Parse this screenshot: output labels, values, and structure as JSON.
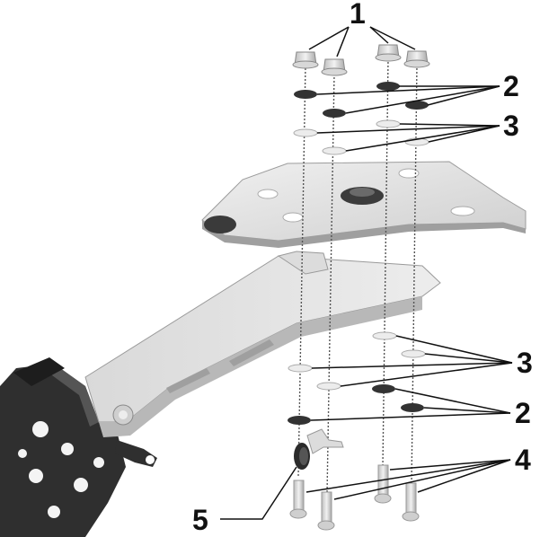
{
  "callouts": [
    {
      "id": "c1",
      "label": "1"
    },
    {
      "id": "c2a",
      "label": "2"
    },
    {
      "id": "c3a",
      "label": "3"
    },
    {
      "id": "c3b",
      "label": "3"
    },
    {
      "id": "c2b",
      "label": "2"
    },
    {
      "id": "c4",
      "label": "4"
    },
    {
      "id": "c5",
      "label": "5"
    }
  ],
  "colors": {
    "part_light": "#e6e6e6",
    "part_mid": "#c9c9c9",
    "part_dark": "#8c8c8c",
    "bracket_black": "#2b2b2b",
    "washer_black": "#333333",
    "line": "#111111"
  }
}
